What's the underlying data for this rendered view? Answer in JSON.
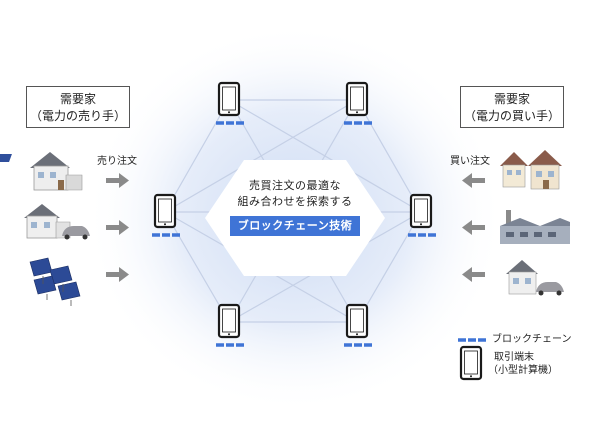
{
  "sellers": {
    "title": "需要家",
    "subtitle": "（電力の売り手）",
    "flow_label": "売り注文"
  },
  "buyers": {
    "title": "需要家",
    "subtitle": "（電力の買い手）",
    "flow_label": "買い注文"
  },
  "center": {
    "line1": "売買注文の最適な",
    "line2": "組み合わせを探索する",
    "technology_label": "ブロックチェーン技術"
  },
  "legend": {
    "blockchain": "ブロックチェーン",
    "terminal_line1": "取引端末",
    "terminal_line2": "（小型計算機）"
  },
  "colors": {
    "accent": "#3f74d6",
    "glow": "#c9d8f2",
    "arrow": "#8a8a8a",
    "line": "#c5d0e6"
  },
  "icons": [
    "tablet-icon",
    "house-solar-icon",
    "house-car-icon",
    "solar-panel-icon",
    "house-icon",
    "factory-icon",
    "arrow-right-icon",
    "arrow-left-icon",
    "blockchain-link-icon"
  ]
}
